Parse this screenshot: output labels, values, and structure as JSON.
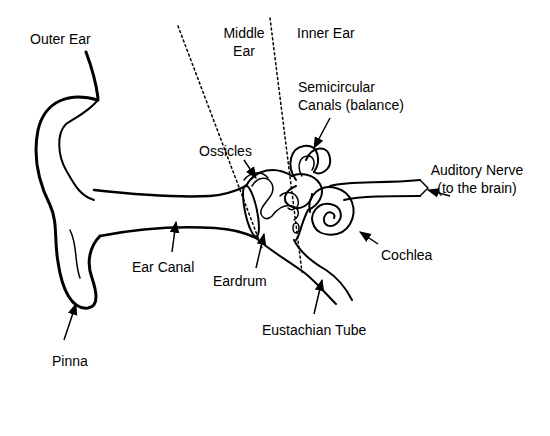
{
  "diagram": {
    "labels": [
      "Outer Ear",
      "Middle Ear",
      "Inner Ear",
      "Semicircular Canals (balance)",
      "Ossicles",
      "Auditory Nerve (to the brain)",
      "Ear Canal",
      "Eardrum",
      "Cochlea",
      "Eustachian Tube",
      "Pinna"
    ]
  }
}
